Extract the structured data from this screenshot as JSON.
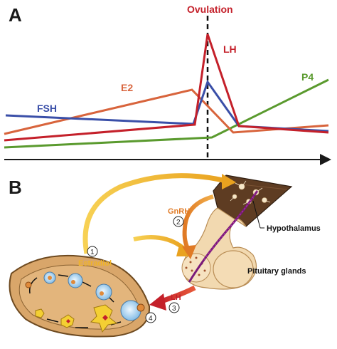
{
  "panels": {
    "a": "A",
    "b": "B"
  },
  "panel_a": {
    "ovulation_label": "Ovulation",
    "series": [
      {
        "name": "FSH",
        "color": "#3a4fa8"
      },
      {
        "name": "E2",
        "color": "#d8643c"
      },
      {
        "name": "LH",
        "color": "#c4202a"
      },
      {
        "name": "P4",
        "color": "#5a9a2e"
      }
    ],
    "axis_color": "#1a1a1a"
  },
  "panel_b": {
    "labels": {
      "estradiol": "Estradiol",
      "gnrh": "GnRH",
      "lh": "LH",
      "hypothalamus": "Hypothalamus",
      "pituitary": "Pituitary glands"
    },
    "step_numbers": [
      "1",
      "2",
      "3",
      "4"
    ],
    "colors": {
      "estradiol_arrow": "#f0b429",
      "gnrh_arrow": "#e07a25",
      "lh_arrow": "#c4202a",
      "hypothalamus_tissue": "#5a3a20",
      "pituitary_tissue": "#f2d9b0",
      "ovary": "#d9a66a",
      "neuron_path": "#7a1a7a"
    }
  }
}
